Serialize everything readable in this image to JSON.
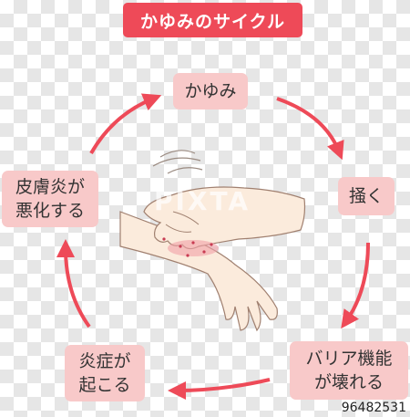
{
  "title": "かゆみのサイクル",
  "cycle": {
    "itch": "かゆみ",
    "scratch": "掻く",
    "barrier_broken": "バリア機能\nが壊れる",
    "inflammation": "炎症が\n起こる",
    "dermatitis_worsens": "皮膚炎が\n悪化する"
  },
  "watermark": "PIXTA",
  "stock_id": "96482531",
  "colors": {
    "title_bg": "#ee4a58",
    "box_bg": "#f8c9c9",
    "arrow": "#ee4a58",
    "skin": "#fbebdc"
  }
}
